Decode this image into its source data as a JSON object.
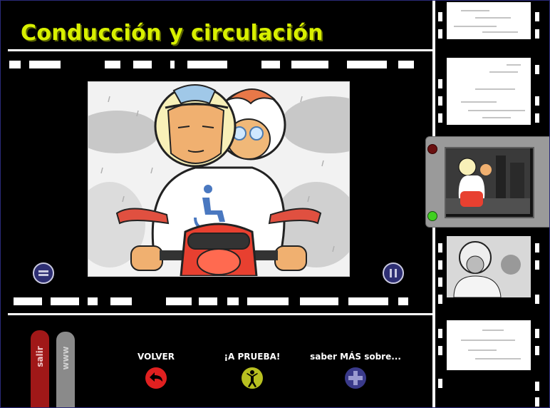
{
  "header": {
    "title": "Conducción y circulación",
    "title_color": "#d8f000"
  },
  "player": {
    "left_button_icon": "rewind-icon",
    "right_button_icon": "pause-icon"
  },
  "tabs": [
    {
      "label": "salir",
      "color": "#a01818",
      "text_color": "#f0c8c8"
    },
    {
      "label": "www",
      "color": "#8a8a8a",
      "text_color": "#d0d0d0"
    }
  ],
  "actions": [
    {
      "label": "VOLVER",
      "icon": "back-arrow-icon",
      "color": "#e02020"
    },
    {
      "label": "¡A PRUEBA!",
      "icon": "person-test-icon",
      "color": "#b8c020"
    },
    {
      "label": "saber MÁS sobre...",
      "icon": "plus-icon",
      "color": "#3a3a8a"
    }
  ],
  "filmstrip": {
    "thumbnails": [
      "blank-frame",
      "blank-frame",
      "motorcycle-frame-active",
      "rider-close-frame",
      "blank-frame"
    ],
    "indicator_colors": {
      "top": "#6a1010",
      "bottom": "#40d020"
    }
  }
}
